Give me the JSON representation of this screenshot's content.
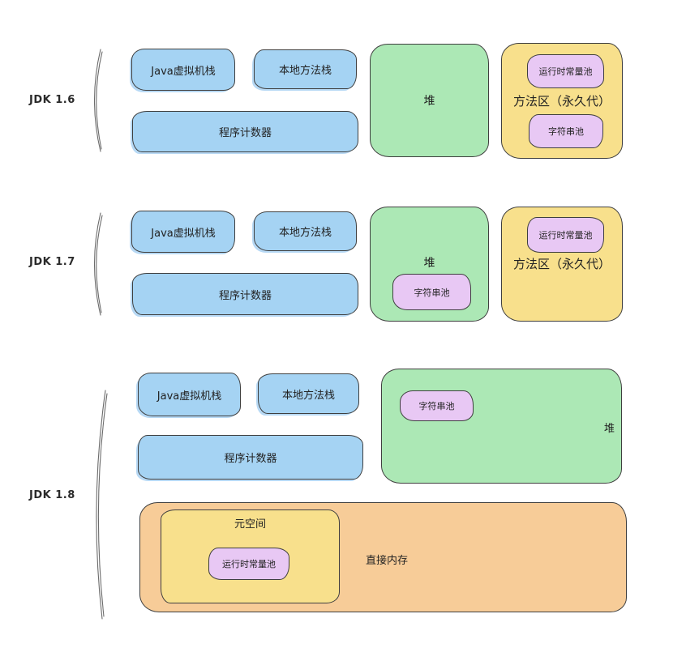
{
  "rows": [
    {
      "label": "JDK 1.6",
      "jvm_stack": "Java虚拟机栈",
      "native_stack": "本地方法栈",
      "pc_register": "程序计数器",
      "heap": "堆",
      "method_area": "方法区（永久代）",
      "runtime_constant_pool": "运行时常量池",
      "string_pool": "字符串池"
    },
    {
      "label": "JDK 1.7",
      "jvm_stack": "Java虚拟机栈",
      "native_stack": "本地方法栈",
      "pc_register": "程序计数器",
      "heap": "堆",
      "method_area": "方法区（永久代）",
      "runtime_constant_pool": "运行时常量池",
      "string_pool": "字符串池"
    },
    {
      "label": "JDK 1.8",
      "jvm_stack": "Java虚拟机栈",
      "native_stack": "本地方法栈",
      "pc_register": "程序计数器",
      "heap": "堆",
      "string_pool": "字符串池",
      "metaspace": "元空间",
      "runtime_constant_pool": "运行时常量池",
      "direct_memory": "直接内存"
    }
  ],
  "colors": {
    "stack_blue": "#a5d3f3",
    "heap_green": "#ace8b5",
    "area_yellow": "#f8e08c",
    "pool_purple": "#e8c8f4",
    "direct_orange": "#f7cc98",
    "outline": "#3f3f3f",
    "text": "#222222"
  }
}
